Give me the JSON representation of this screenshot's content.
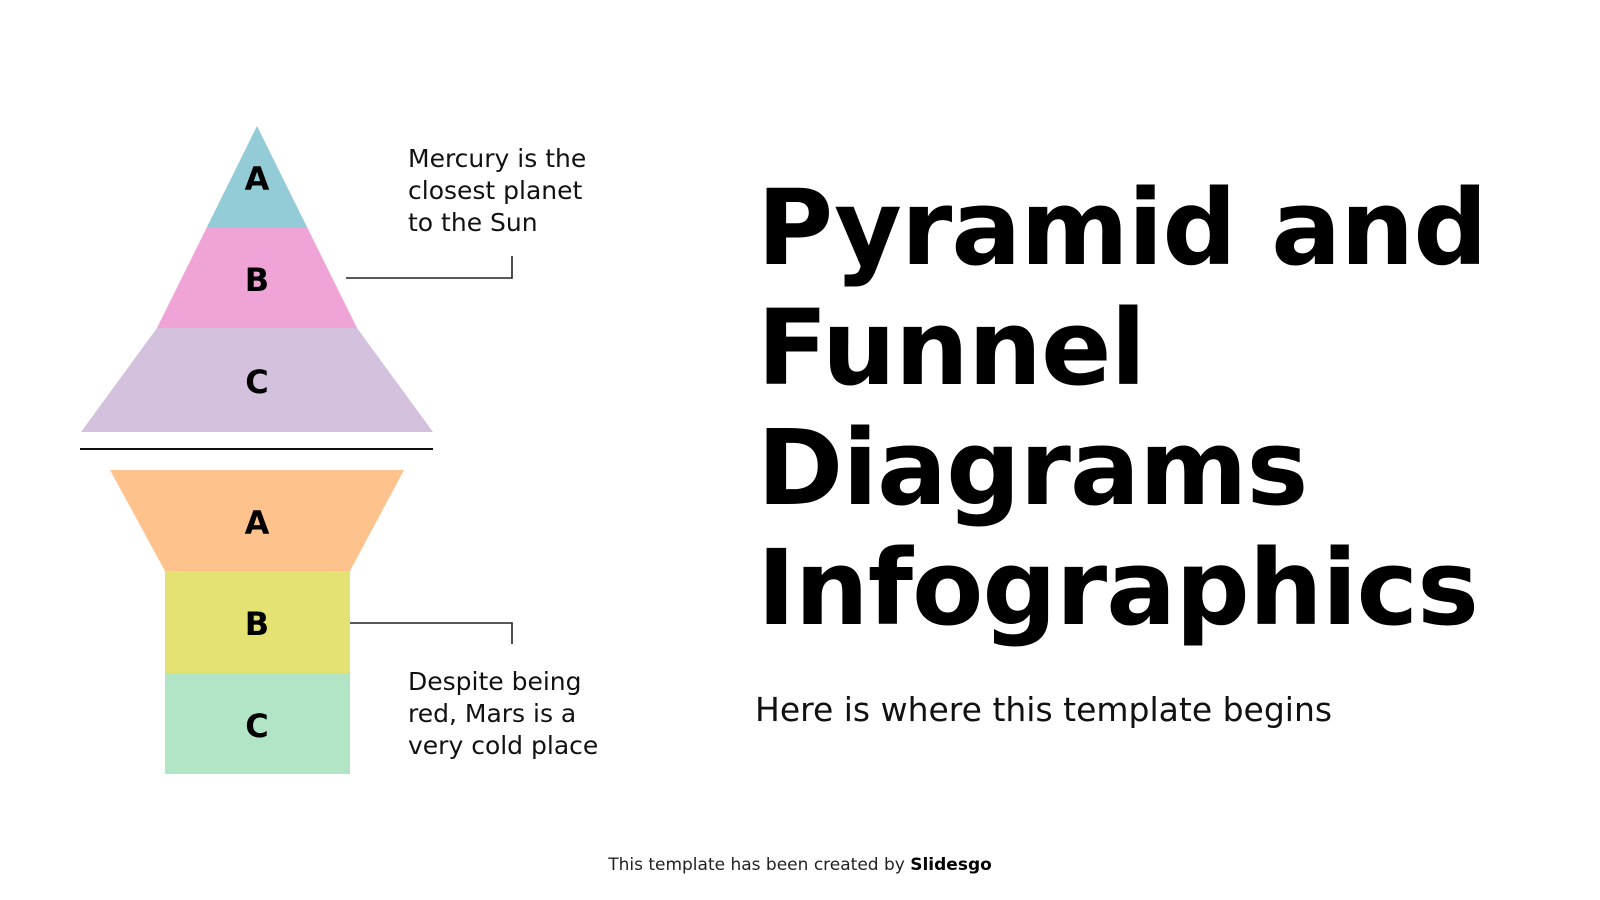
{
  "slide": {
    "title_lines": [
      "Pyramid and",
      "Funnel",
      "Diagrams",
      "Infographics"
    ],
    "subtitle": "Here is where this template begins",
    "footer": {
      "prefix": "This template has been created by ",
      "brand": "Slidesgo"
    }
  },
  "pyramid": {
    "levels": [
      {
        "label": "A",
        "color": "#93CCD7"
      },
      {
        "label": "B",
        "color": "#EFA3D6"
      },
      {
        "label": "C",
        "color": "#D3C1DE"
      }
    ],
    "callout_lines": [
      "Mercury is the",
      "closest planet",
      "to the Sun"
    ]
  },
  "funnel": {
    "levels": [
      {
        "label": "A",
        "color": "#FEC28D"
      },
      {
        "label": "B",
        "color": "#E3E272"
      },
      {
        "label": "C",
        "color": "#B2E5C6"
      }
    ],
    "callout_lines": [
      "Despite being",
      "red, Mars is a",
      "very cold place"
    ]
  }
}
